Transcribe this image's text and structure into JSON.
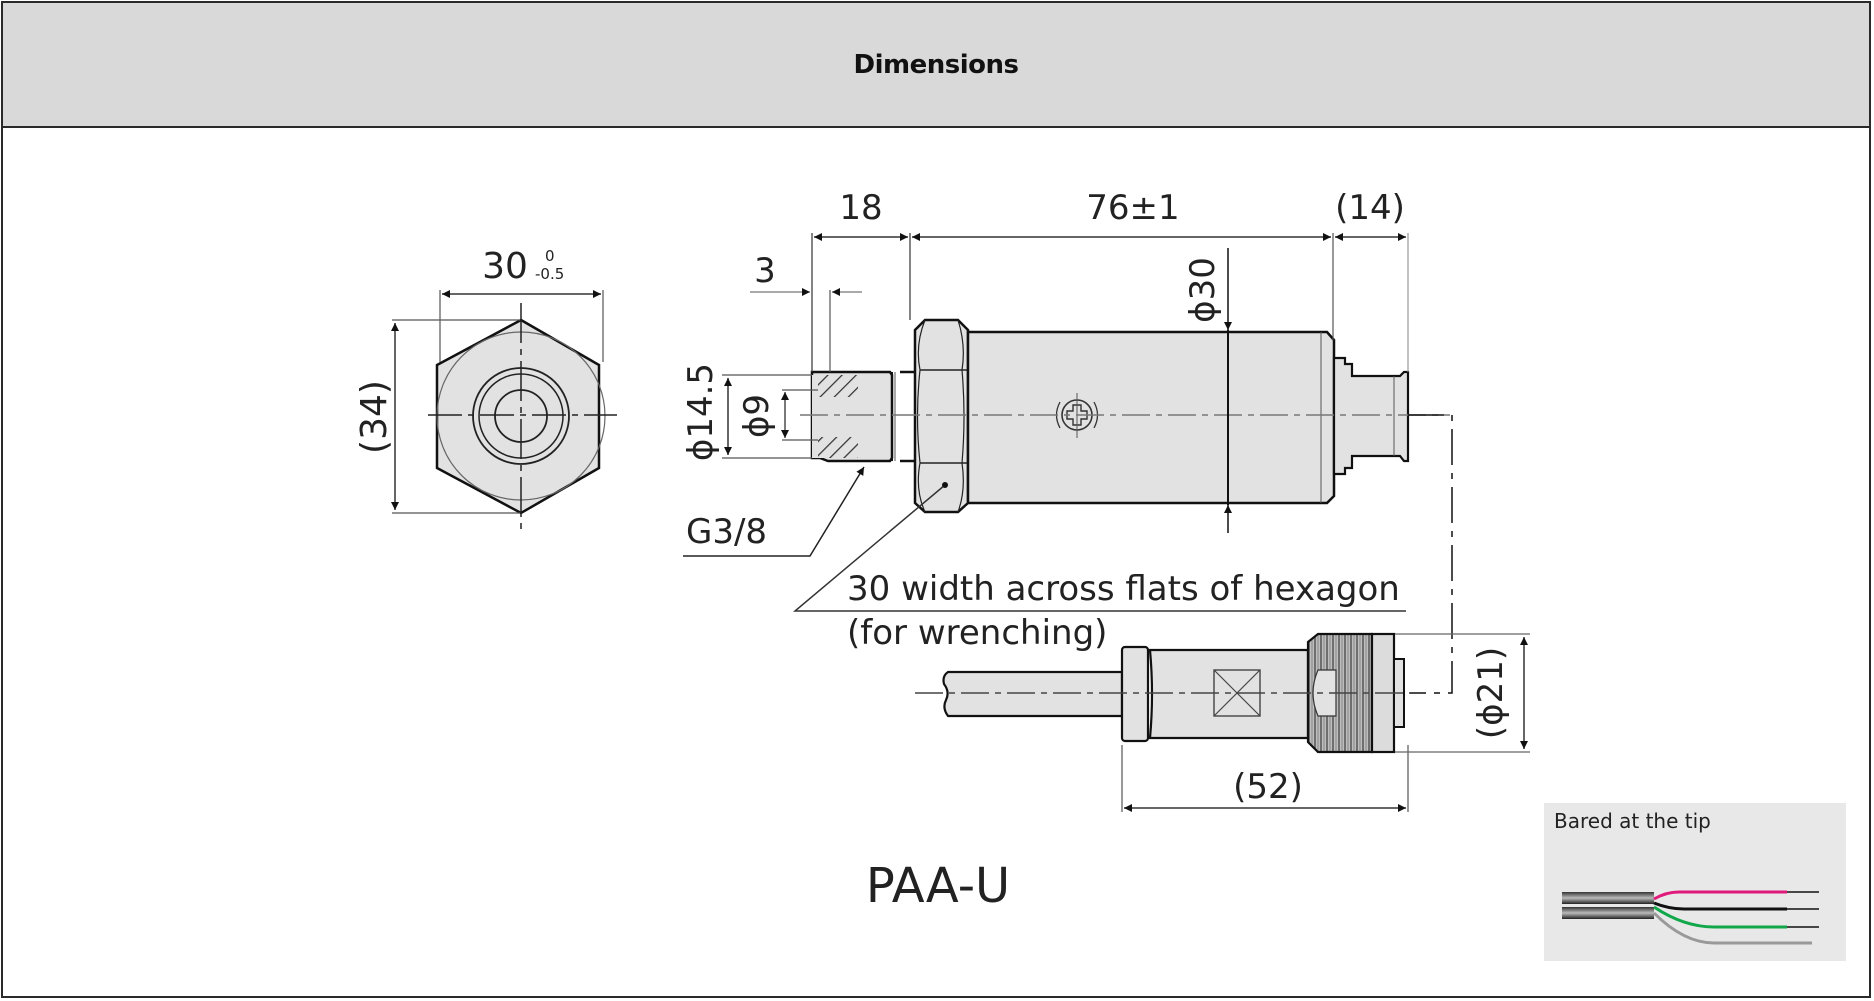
{
  "header": {
    "title": "Dimensions"
  },
  "model": {
    "name": "PAA-U"
  },
  "front_view": {
    "width_dim": "30",
    "width_tol_upper": "0",
    "width_tol_lower": "-0.5",
    "height_dim": "(34)"
  },
  "side_view": {
    "dim_18": "18",
    "dim_3": "3",
    "dim_76": "76±1",
    "dim_14": "(14)",
    "dia_30": "ϕ30",
    "dia_14_5": "ϕ14.5",
    "dia_9": "ϕ9",
    "thread_label": "G3/8",
    "hex_note_line1": "30 width across flats of hexagon",
    "hex_note_line2": "(for wrenching)"
  },
  "connector_view": {
    "length_dim": "(52)",
    "dia_21": "(ϕ21)"
  },
  "inset": {
    "title": "Bared at the tip",
    "wire_colors": [
      "#e0197a",
      "#111111",
      "#10a84a",
      "#999999"
    ],
    "jacket_color": "#2b2b2b"
  }
}
